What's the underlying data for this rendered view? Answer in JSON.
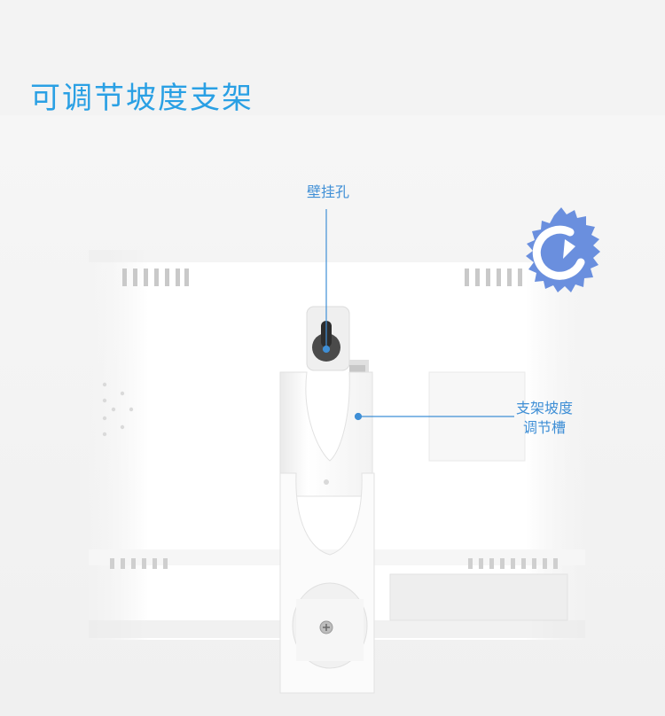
{
  "page": {
    "title": "可调节坡度支架"
  },
  "callouts": {
    "wall_mount_hole": "壁挂孔",
    "slope_slot_line1": "支架坡度",
    "slope_slot_line2": "调节槽"
  },
  "colors": {
    "title": "#2aa0e4",
    "callout": "#3f8fd6",
    "badge": "#6a8fde"
  }
}
